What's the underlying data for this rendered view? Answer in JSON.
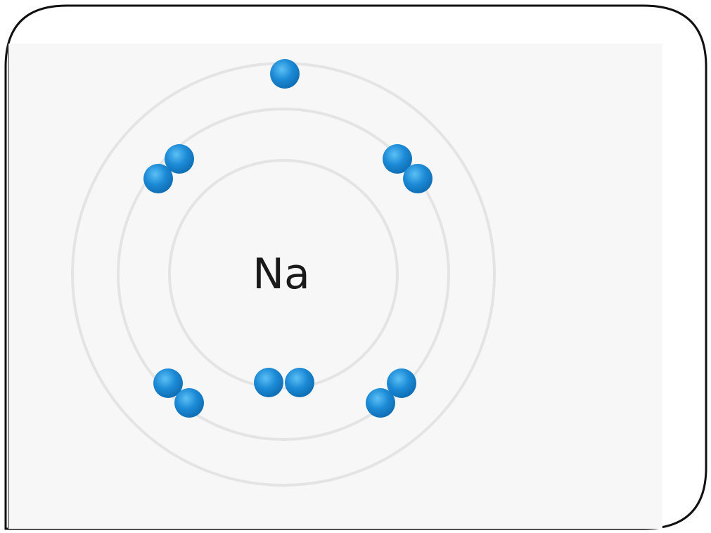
{
  "diagram": {
    "element_symbol": "Na",
    "shells": [
      {
        "shell": 1,
        "electron_count": 2
      },
      {
        "shell": 2,
        "electron_count": 8
      },
      {
        "shell": 3,
        "electron_count": 1
      }
    ],
    "colors": {
      "electron": "#1c8ad6",
      "electron_highlight": "#4fb4f0",
      "shell_ring": "#e4e4e4",
      "panel_background": "#f7f7f7",
      "frame_border": "#111111",
      "label_text": "#1a1a1a"
    }
  }
}
